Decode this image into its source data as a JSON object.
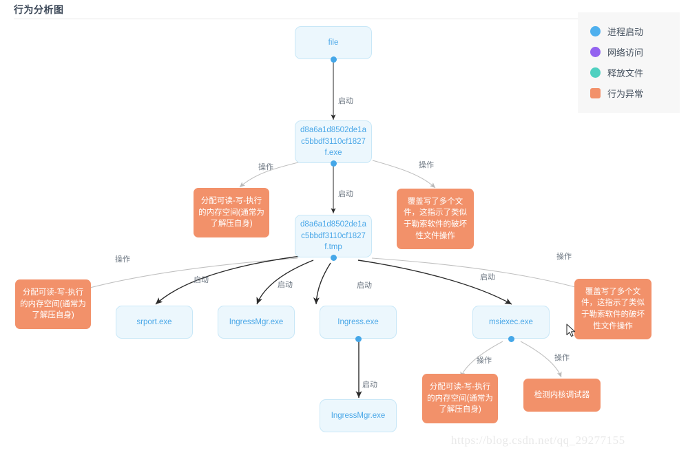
{
  "panel": {
    "title": "行为分析图"
  },
  "legend": {
    "items": [
      {
        "label": "进程启动",
        "color": "#4fb0ee",
        "shape": "circle"
      },
      {
        "label": "网络访问",
        "color": "#9363f0",
        "shape": "circle"
      },
      {
        "label": "释放文件",
        "color": "#4fd0c0",
        "shape": "circle"
      },
      {
        "label": "行为异常",
        "color": "#f2916a",
        "shape": "square"
      }
    ]
  },
  "graph": {
    "node_texts": {
      "file": "file",
      "exe_hash": "d8a6a1d8502de1ac5bbdf3110cf1827f.exe",
      "tmp_hash": "d8a6a1d8502de1ac5bbdf3110cf1827f.tmp",
      "srport": "srport.exe",
      "ingressmgr": "IngressMgr.exe",
      "ingress": "Ingress.exe",
      "msiexec": "msiexec.exe",
      "ingressmgr2": "IngressMgr.exe",
      "rwx_memory": "分配可读-写-执行的内存空间(通常为了解压自身)",
      "overwrite_files": "覆盖写了多个文件，这指示了类似于勒索软件的破坏性文件操作",
      "kernel_debugger": "检测内核调试器"
    },
    "edge_labels": {
      "start": "启动",
      "operate": "操作"
    },
    "edges": [
      {
        "from": "file",
        "to": "exe_hash",
        "label": "启动",
        "kind": "start"
      },
      {
        "from": "exe_hash",
        "to": "rwx_memory_1",
        "label": "操作",
        "kind": "operate"
      },
      {
        "from": "exe_hash",
        "to": "overwrite_1",
        "label": "操作",
        "kind": "operate"
      },
      {
        "from": "exe_hash",
        "to": "tmp_hash",
        "label": "启动",
        "kind": "start"
      },
      {
        "from": "tmp_hash",
        "to": "rwx_memory_2",
        "label": "操作",
        "kind": "operate"
      },
      {
        "from": "tmp_hash",
        "to": "srport",
        "label": "启动",
        "kind": "start"
      },
      {
        "from": "tmp_hash",
        "to": "ingressmgr",
        "label": "启动",
        "kind": "start"
      },
      {
        "from": "tmp_hash",
        "to": "ingress",
        "label": "启动",
        "kind": "start"
      },
      {
        "from": "tmp_hash",
        "to": "msiexec",
        "label": "启动",
        "kind": "start"
      },
      {
        "from": "tmp_hash",
        "to": "overwrite_2",
        "label": "操作",
        "kind": "operate"
      },
      {
        "from": "ingress",
        "to": "ingressmgr2",
        "label": "启动",
        "kind": "start"
      },
      {
        "from": "msiexec",
        "to": "rwx_memory_3",
        "label": "操作",
        "kind": "operate"
      },
      {
        "from": "msiexec",
        "to": "kernel_debugger",
        "label": "操作",
        "kind": "operate"
      }
    ]
  },
  "watermark": {
    "text": "https://blog.csdn.net/qq_29277155"
  }
}
